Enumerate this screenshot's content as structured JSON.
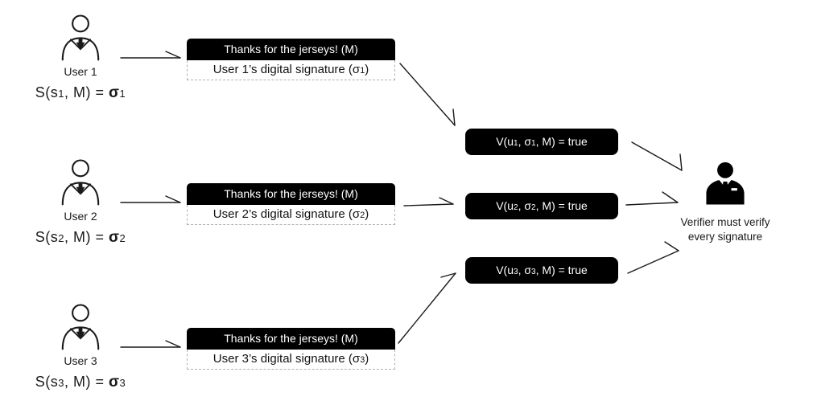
{
  "diagram": {
    "title_hint": "Each user signs the same message; verifier must check every signature",
    "users": [
      {
        "name": "User 1",
        "formula": "S(s1, M) = σ1",
        "message": "Thanks for the jerseys! (M)",
        "signature": "User 1’s digital signature (σ1)",
        "verification": "V(u1, σ1, M) = true"
      },
      {
        "name": "User 2",
        "formula": "S(s2, M) = σ2",
        "message": "Thanks for the jerseys! (M)",
        "signature": "User 2’s digital signature (σ2)",
        "verification": "V(u2, σ2, M) = true"
      },
      {
        "name": "User 3",
        "formula": "S(s3, M) = σ3",
        "message": "Thanks for the jerseys! (M)",
        "signature": "User 3’s digital signature (σ3)",
        "verification": "V(u3, σ3, M) = true"
      }
    ],
    "verifier": {
      "label_line1": "Verifier must verify",
      "label_line2": "every signature"
    },
    "icons": {
      "user": "person-outline-icon",
      "verifier": "businessman-icon"
    },
    "colors": {
      "box_fill": "#000000",
      "box_text": "#ffffff",
      "dashed_border": "#b0b0b0",
      "arrow": "#1a1a1a",
      "background": "#ffffff"
    }
  }
}
